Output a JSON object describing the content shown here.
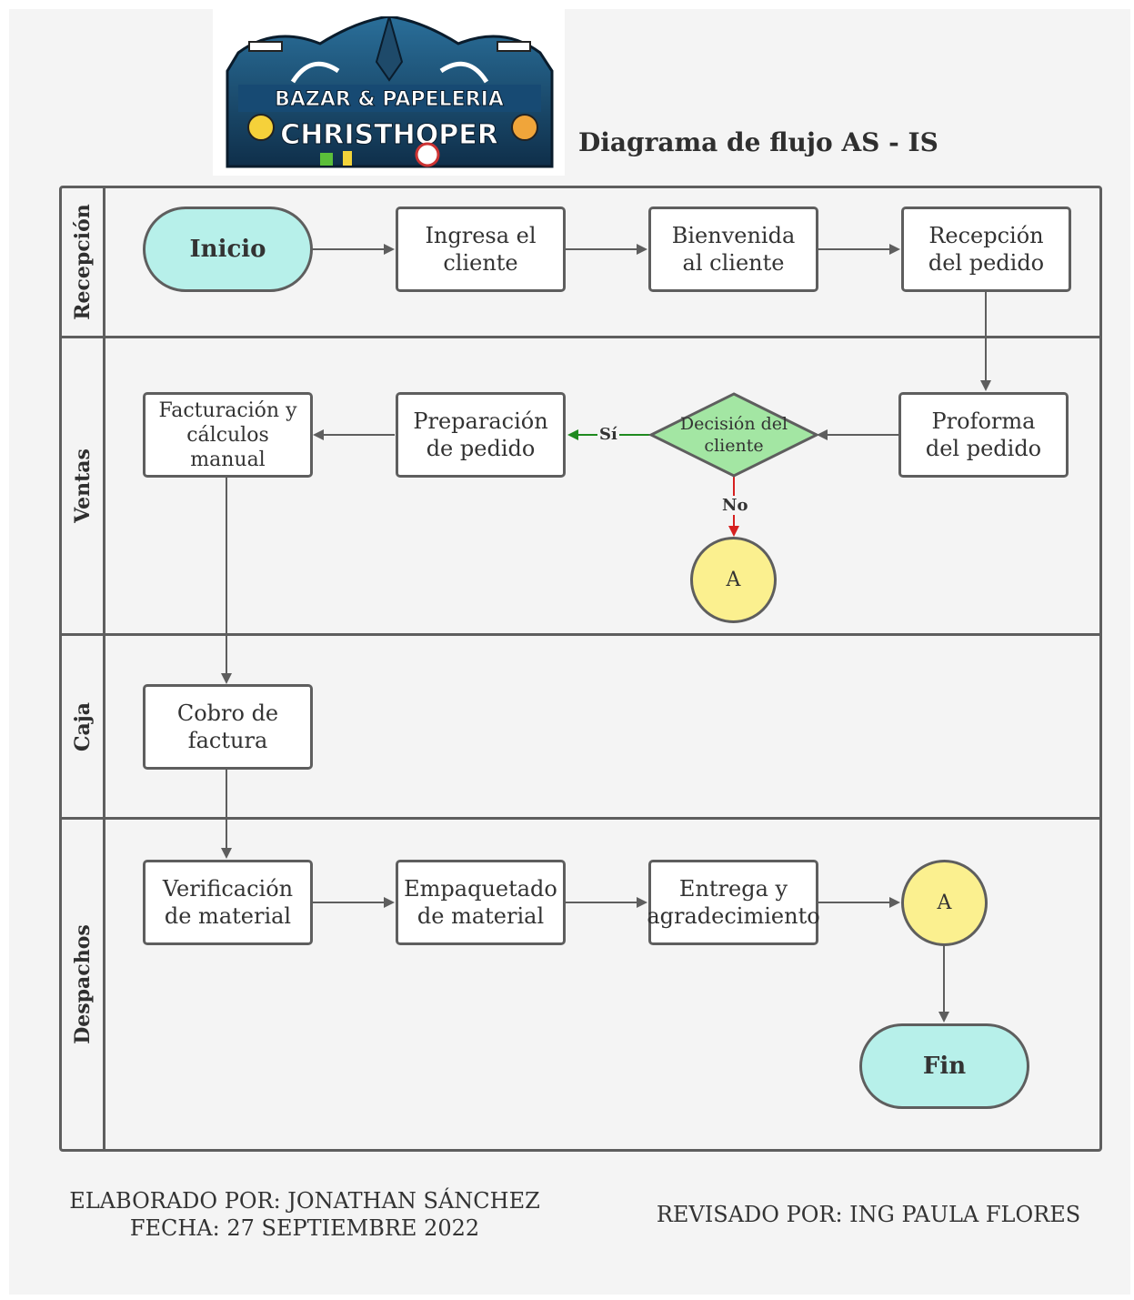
{
  "logo": {
    "line1": "BAZAR & PAPELERIA",
    "line2": "CHRISTHOPER"
  },
  "title": "Diagrama de flujo AS - IS",
  "lanes": [
    {
      "label": "Recepción"
    },
    {
      "label": "Ventas"
    },
    {
      "label": "Caja"
    },
    {
      "label": "Despachos"
    }
  ],
  "nodes": {
    "inicio": "Inicio",
    "ingresa": "Ingresa el\ncliente",
    "bienvenida": "Bienvenida\nal cliente",
    "recepcion": "Recepción\ndel pedido",
    "proforma": "Proforma\ndel pedido",
    "decision": "Decisión del\ncliente",
    "preparacion": "Preparación\nde pedido",
    "facturacion": "Facturación y\ncálculos\nmanual",
    "connector_a1": "A",
    "cobro": "Cobro de\nfactura",
    "verificacion": "Verificación\nde material",
    "empaquetado": "Empaquetado\nde material",
    "entrega": "Entrega y\nagradecimiento",
    "connector_a2": "A",
    "fin": "Fin"
  },
  "edge_labels": {
    "yes": "Sí",
    "no": "No"
  },
  "colors": {
    "terminal": "#b7f0ea",
    "decision": "#a3e6a3",
    "connector": "#fbf08f",
    "yes_arrow": "#1f8a1f",
    "no_arrow": "#d62020",
    "line": "#5e5e5e"
  },
  "footer": {
    "author": "ELABORADO POR: JONATHAN SÁNCHEZ",
    "date": "FECHA: 27 SEPTIEMBRE 2022",
    "reviewer": "REVISADO POR: ING PAULA FLORES"
  }
}
